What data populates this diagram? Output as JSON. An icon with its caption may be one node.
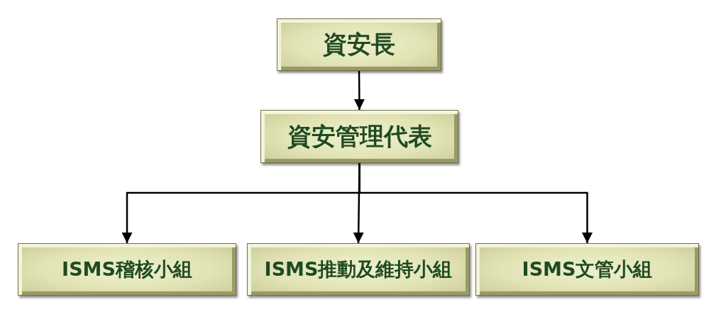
{
  "diagram": {
    "nodes": [
      {
        "text": [
          "資安長"
        ]
      },
      {
        "text": [
          "資安管理代表"
        ]
      },
      {
        "text": [
          "ISMS稽核小組"
        ]
      },
      {
        "text": [
          "ISMS推動及維持小組"
        ]
      },
      {
        "text": [
          "ISMS文管小組"
        ]
      }
    ],
    "edges": [
      {
        "from": 0,
        "to": 1,
        "arrow": "to"
      },
      {
        "from": 1,
        "to": 2,
        "arrow": "to"
      },
      {
        "from": 1,
        "to": 3,
        "arrow": "to"
      },
      {
        "from": 1,
        "to": 4,
        "arrow": "to"
      }
    ]
  }
}
